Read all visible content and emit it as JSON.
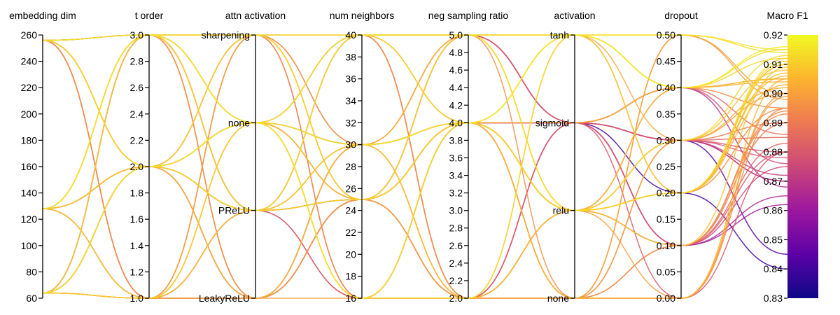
{
  "chart_data": {
    "type": "parallel_coordinates",
    "title": "",
    "color_by": "Macro F1",
    "colormap": [
      "#0d0887",
      "#5c01a6",
      "#9c179e",
      "#cc4778",
      "#ed7953",
      "#fdb42f",
      "#f0f921"
    ],
    "axes": [
      {
        "name": "embedding dim",
        "kind": "numeric",
        "range": [
          60,
          260
        ],
        "ticks": [
          60,
          80,
          100,
          120,
          140,
          160,
          180,
          200,
          220,
          240,
          260
        ]
      },
      {
        "name": "t order",
        "kind": "numeric",
        "range": [
          1.0,
          3.0
        ],
        "ticks": [
          "1.0",
          "1.2",
          "1.4",
          "1.6",
          "1.8",
          "2.0",
          "2.2",
          "2.4",
          "2.6",
          "2.8",
          "3.0"
        ]
      },
      {
        "name": "attn activation",
        "kind": "categorical",
        "categories": [
          "LeakyReLU",
          "PReLU",
          "none",
          "sharpening"
        ]
      },
      {
        "name": "num neighbors",
        "kind": "numeric",
        "range": [
          16,
          40
        ],
        "ticks": [
          16,
          18,
          20,
          22,
          24,
          26,
          28,
          30,
          32,
          34,
          36,
          38,
          40
        ]
      },
      {
        "name": "neg sampling ratio",
        "kind": "numeric",
        "range": [
          2.0,
          5.0
        ],
        "ticks": [
          "2.0",
          "2.2",
          "2.4",
          "2.6",
          "2.8",
          "3.0",
          "3.2",
          "3.4",
          "3.6",
          "3.8",
          "4.0",
          "4.2",
          "4.4",
          "4.6",
          "4.8",
          "5.0"
        ]
      },
      {
        "name": "activation",
        "kind": "categorical",
        "categories": [
          "none",
          "relu",
          "sigmoid",
          "tanh"
        ]
      },
      {
        "name": "dropout",
        "kind": "numeric",
        "range": [
          0.0,
          0.5
        ],
        "ticks": [
          "0.00",
          "0.05",
          "0.10",
          "0.15",
          "0.20",
          "0.25",
          "0.30",
          "0.35",
          "0.40",
          "0.45",
          "0.50"
        ]
      },
      {
        "name": "Macro F1",
        "kind": "colorbar",
        "range": [
          0.83,
          0.92
        ],
        "ticks": [
          "0.83",
          "0.84",
          "0.85",
          "0.86",
          "0.87",
          "0.88",
          "0.89",
          "0.90",
          "0.91",
          "0.92"
        ]
      }
    ],
    "records": [
      [
        256,
        3.0,
        "sharpening",
        40,
        5.0,
        "tanh",
        0.5,
        0.915
      ],
      [
        256,
        2.0,
        "none",
        30,
        4.0,
        "sigmoid",
        0.4,
        0.905
      ],
      [
        256,
        1.0,
        "PReLU",
        25,
        4.0,
        "relu",
        0.3,
        0.89
      ],
      [
        256,
        2.0,
        "LeakyReLU",
        16,
        2.0,
        "none",
        0.0,
        0.9
      ],
      [
        256,
        3.0,
        "none",
        25,
        5.0,
        "sigmoid",
        0.1,
        0.88
      ],
      [
        256,
        2.0,
        "PReLU",
        40,
        4.0,
        "tanh",
        0.2,
        0.91
      ],
      [
        256,
        1.0,
        "sharpening",
        30,
        2.0,
        "relu",
        0.4,
        0.895
      ],
      [
        256,
        3.0,
        "PReLU",
        16,
        4.0,
        "none",
        0.3,
        0.885
      ],
      [
        256,
        2.0,
        "sharpening",
        25,
        5.0,
        "relu",
        0.2,
        0.912
      ],
      [
        256,
        2.0,
        "none",
        40,
        2.0,
        "sigmoid",
        0.1,
        0.875
      ],
      [
        128,
        3.0,
        "PReLU",
        25,
        4.0,
        "sigmoid",
        0.3,
        0.87
      ],
      [
        128,
        2.0,
        "LeakyReLU",
        30,
        5.0,
        "tanh",
        0.4,
        0.905
      ],
      [
        128,
        1.0,
        "none",
        40,
        4.0,
        "relu",
        0.2,
        0.91
      ],
      [
        128,
        2.0,
        "sharpening",
        16,
        2.0,
        "sigmoid",
        0.0,
        0.88
      ],
      [
        128,
        3.0,
        "LeakyReLU",
        25,
        2.0,
        "none",
        0.5,
        0.9
      ],
      [
        128,
        2.0,
        "PReLU",
        30,
        4.0,
        "relu",
        0.3,
        0.908
      ],
      [
        128,
        1.0,
        "LeakyReLU",
        25,
        5.0,
        "sigmoid",
        0.1,
        0.865
      ],
      [
        128,
        3.0,
        "none",
        16,
        4.0,
        "tanh",
        0.4,
        0.915
      ],
      [
        128,
        2.0,
        "none",
        25,
        4.0,
        "relu",
        0.2,
        0.903
      ],
      [
        128,
        1.0,
        "PReLU",
        40,
        2.0,
        "sigmoid",
        0.3,
        0.878
      ],
      [
        128,
        2.0,
        "sharpening",
        30,
        5.0,
        "none",
        0.0,
        0.895
      ],
      [
        128,
        3.0,
        "sharpening",
        25,
        4.0,
        "relu",
        0.1,
        0.909
      ],
      [
        64,
        2.0,
        "PReLU",
        25,
        4.0,
        "sigmoid",
        0.3,
        0.845
      ],
      [
        64,
        2.0,
        "LeakyReLU",
        30,
        4.0,
        "sigmoid",
        0.2,
        0.84
      ],
      [
        64,
        1.0,
        "sharpening",
        25,
        2.0,
        "relu",
        0.1,
        0.89
      ],
      [
        64,
        3.0,
        "PReLU",
        40,
        5.0,
        "tanh",
        0.4,
        0.912
      ],
      [
        64,
        1.0,
        "none",
        16,
        4.0,
        "none",
        0.0,
        0.905
      ],
      [
        64,
        2.0,
        "LeakyReLU",
        25,
        2.0,
        "relu",
        0.3,
        0.87
      ],
      [
        64,
        3.0,
        "none",
        30,
        4.0,
        "sigmoid",
        0.4,
        0.868
      ],
      [
        64,
        1.0,
        "PReLU",
        25,
        5.0,
        "relu",
        0.2,
        0.91
      ],
      [
        64,
        2.0,
        "sharpening",
        40,
        4.0,
        "none",
        0.5,
        0.898
      ],
      [
        64,
        1.0,
        "LeakyReLU",
        30,
        2.0,
        "tanh",
        0.3,
        0.902
      ],
      [
        64,
        3.0,
        "PReLU",
        16,
        4.0,
        "sigmoid",
        0.1,
        0.862
      ],
      [
        64,
        2.0,
        "none",
        25,
        4.0,
        "relu",
        0.2,
        0.906
      ],
      [
        256,
        3.0,
        "LeakyReLU",
        30,
        4.0,
        "relu",
        0.1,
        0.883
      ],
      [
        256,
        1.0,
        "PReLU",
        40,
        5.0,
        "sigmoid",
        0.4,
        0.876
      ],
      [
        256,
        3.0,
        "none",
        16,
        2.0,
        "tanh",
        0.5,
        0.914
      ],
      [
        128,
        1.0,
        "sharpening",
        25,
        4.0,
        "none",
        0.3,
        0.9
      ],
      [
        128,
        3.0,
        "PReLU",
        30,
        2.0,
        "relu",
        0.2,
        0.907
      ],
      [
        64,
        2.0,
        "PReLU",
        30,
        4.0,
        "relu",
        0.4,
        0.904
      ],
      [
        64,
        3.0,
        "LeakyReLU",
        25,
        5.0,
        "sigmoid",
        0.3,
        0.872
      ],
      [
        256,
        2.0,
        "PReLU",
        25,
        4.0,
        "relu",
        0.2,
        0.911
      ],
      [
        128,
        2.0,
        "none",
        16,
        4.0,
        "sigmoid",
        0.4,
        0.886
      ],
      [
        64,
        1.0,
        "none",
        40,
        2.0,
        "relu",
        0.0,
        0.899
      ],
      [
        256,
        1.0,
        "LeakyReLU",
        25,
        4.0,
        "none",
        0.1,
        0.893
      ],
      [
        128,
        3.0,
        "none",
        40,
        5.0,
        "relu",
        0.3,
        0.913
      ],
      [
        64,
        3.0,
        "sharpening",
        16,
        4.0,
        "tanh",
        0.2,
        0.895
      ],
      [
        256,
        2.0,
        "none",
        30,
        5.0,
        "sigmoid",
        0.3,
        0.88
      ],
      [
        128,
        2.0,
        "PReLU",
        25,
        2.0,
        "none",
        0.1,
        0.894
      ],
      [
        64,
        2.0,
        "none",
        30,
        4.0,
        "tanh",
        0.4,
        0.916
      ]
    ]
  }
}
